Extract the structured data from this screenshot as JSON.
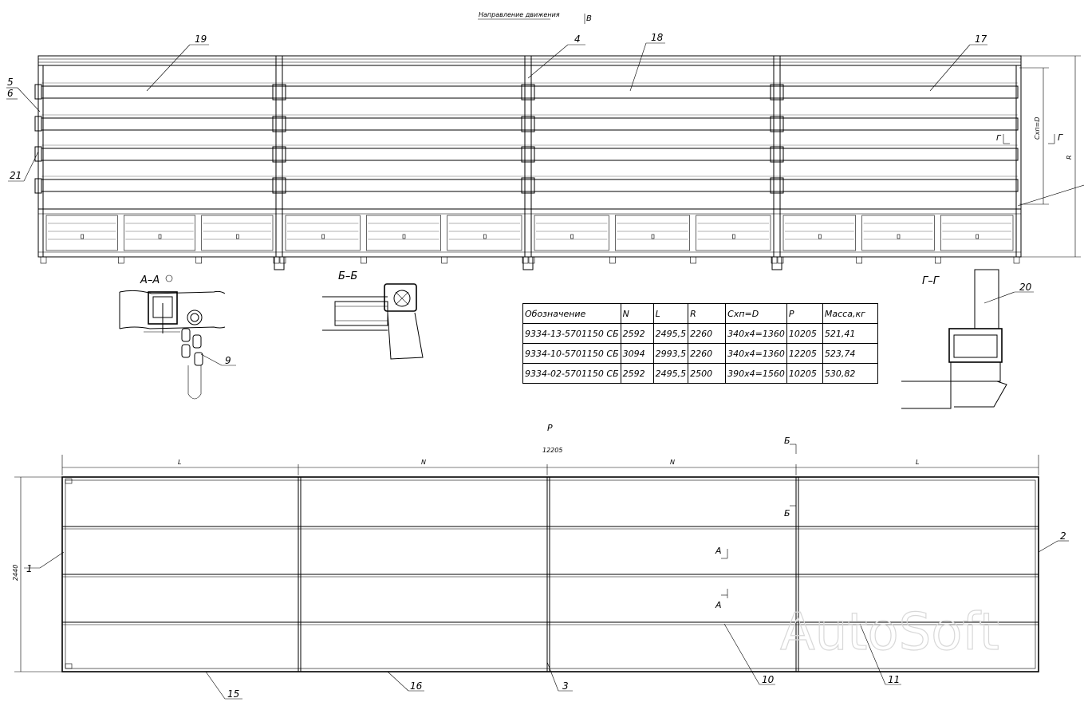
{
  "drawing": {
    "direction_label": "Направление движения",
    "view_arrows": {
      "top": "В",
      "right": "Г",
      "plan_top": "Б",
      "plan_mid": "Б",
      "plan_a1": "А",
      "plan_a2": "А"
    },
    "dim_labels": {
      "height_top": "Схп=D",
      "height_total": "R",
      "section_gg_marker": "Г",
      "plan_title": "Р",
      "plan_total": "12205",
      "plan_seg1": "L",
      "plan_seg2": "N",
      "plan_seg3": "N",
      "plan_seg4": "L",
      "plan_width": "2440"
    },
    "sections": {
      "aa": "А–А",
      "bb": "Б–Б",
      "gg": "Г–Г"
    },
    "callouts": {
      "c19": "19",
      "c4": "4",
      "c18": "18",
      "c17": "17",
      "c5": "5",
      "c6": "6",
      "c21": "21",
      "c9": "9",
      "c20": "20",
      "c1": "1",
      "c2": "2",
      "c15": "15",
      "c16": "16",
      "c3": "3",
      "c10": "10",
      "c11": "11"
    },
    "watermark": "AutoSoft"
  },
  "table": {
    "headers": [
      "Обозначение",
      "N",
      "L",
      "R",
      "Схп=D",
      "P",
      "Масса,кг"
    ],
    "rows": [
      [
        "9334-13-5701150 СБ",
        "2592",
        "2495,5",
        "2260",
        "340х4=1360",
        "10205",
        "521,41"
      ],
      [
        "9334-10-5701150 СБ",
        "3094",
        "2993,5",
        "2260",
        "340х4=1360",
        "12205",
        "523,74"
      ],
      [
        "9334-02-5701150 СБ",
        "2592",
        "2495,5",
        "2500",
        "390х4=1560",
        "10205",
        "530,82"
      ]
    ]
  }
}
